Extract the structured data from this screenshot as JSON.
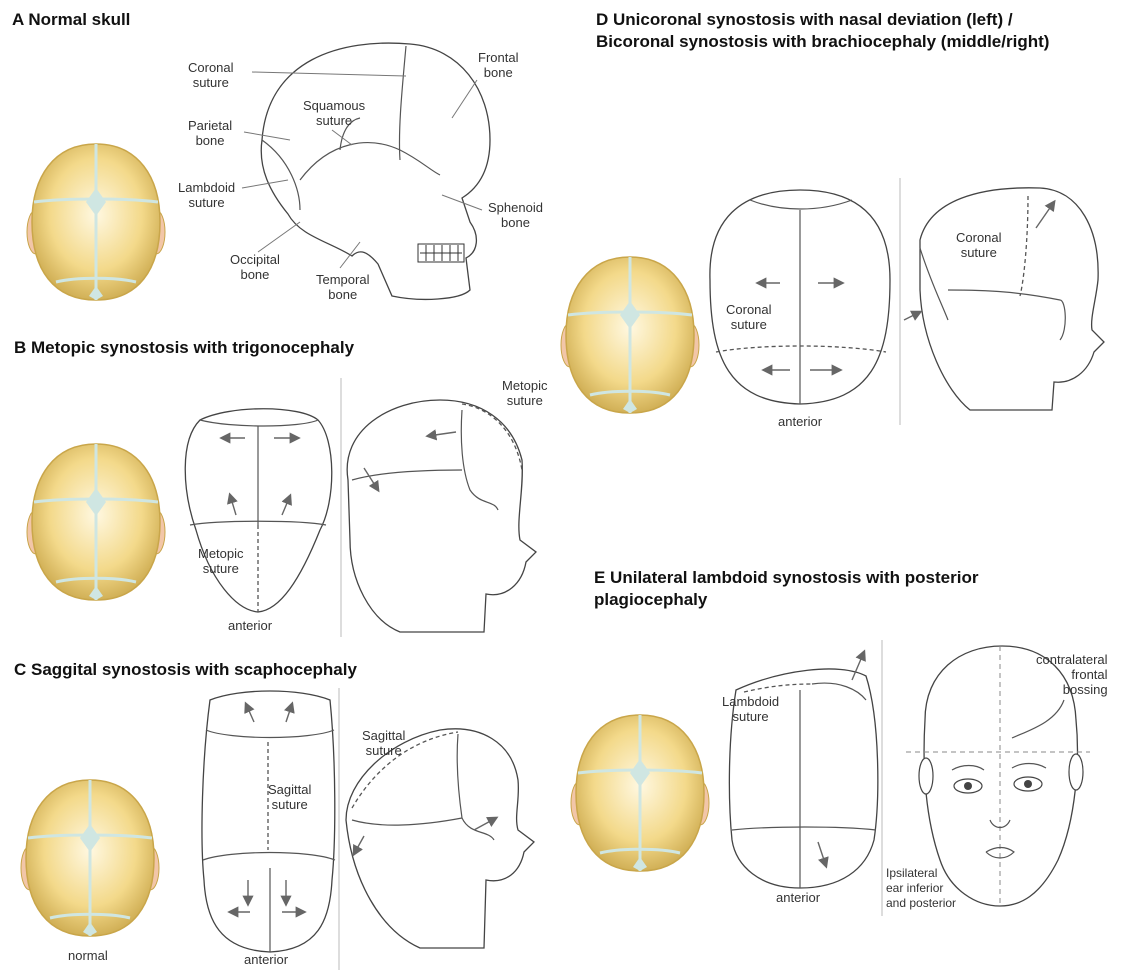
{
  "panels": {
    "A": {
      "title": "A Normal skull",
      "labels": {
        "coronal": "Coronal\nsuture",
        "frontal": "Frontal\nbone",
        "squamous": "Squamous\nsuture",
        "parietal": "Parietal\nbone",
        "lambdoid": "Lambdoid\nsuture",
        "sphenoid": "Sphenoid\nbone",
        "occipital": "Occipital\nbone",
        "temporal": "Temporal\nbone"
      }
    },
    "B": {
      "title": "B Metopic synostosis with trigonocephaly",
      "labels": {
        "metopic_top": "Metopic\nsuture",
        "metopic": "Metopic\nsuture",
        "anterior": "anterior"
      }
    },
    "C": {
      "title": "C Saggital synostosis with scaphocephaly",
      "labels": {
        "sagittal_side": "Sagittal\nsuture",
        "sagittal": "Sagittal\nsuture",
        "normal": "normal",
        "anterior": "anterior"
      }
    },
    "D": {
      "title_line1": "D Unicoronal synostosis with nasal deviation (left) /",
      "title_line2": "Bicoronal synostosis with brachiocephaly (middle/right)",
      "labels": {
        "coronal": "Coronal\nsuture",
        "coronal_side": "Coronal\nsuture",
        "anterior": "anterior"
      }
    },
    "E": {
      "title_line1": "E Unilateral lambdoid synostosis with posterior",
      "title_line2": "plagiocephaly",
      "labels": {
        "lambdoid": "Lambdoid\nsuture",
        "anterior": "anterior",
        "contralateral": "contralateral\nfrontal\nbossing",
        "ipsilateral": "Ipsilateral\near inferior\nand posterior"
      }
    }
  },
  "colors": {
    "skull_fill": "#f3d98a",
    "skull_edge": "#c9a64a",
    "fontanelle": "#cfe6e2",
    "ear": "#f2c6a8"
  }
}
